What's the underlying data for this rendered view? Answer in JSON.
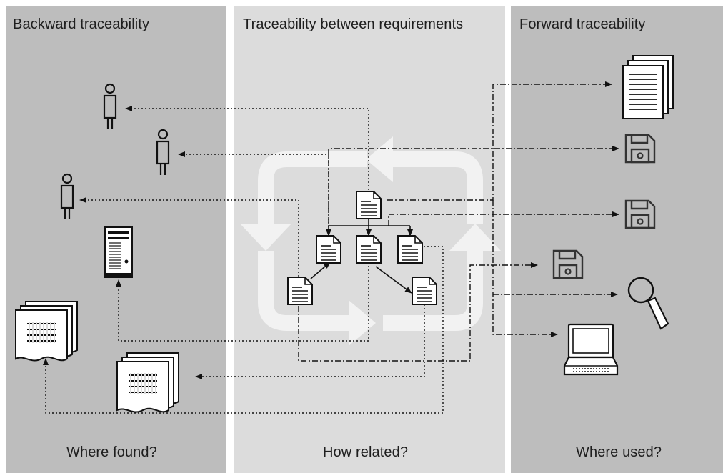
{
  "panels": {
    "backward": {
      "title": "Backward traceability",
      "question": "Where found?"
    },
    "between": {
      "title": "Traceability between requirements",
      "question": "How related?"
    },
    "forward": {
      "title": "Forward traceability",
      "question": "Where used?"
    }
  },
  "icons": {
    "stakeholder": "person-icon",
    "server": "server-icon",
    "form": "form-stack-icon",
    "requirement": "requirement-doc-icon",
    "document": "document-stack-icon",
    "storage": "floppy-disk-icon",
    "review": "magnifier-icon",
    "system": "computer-icon",
    "background": "cycle-arrows-icon"
  },
  "colors": {
    "outer_panels": "#bdbdbd",
    "middle_panel": "#dcdcdc",
    "ink": "#111111",
    "cycle_arrows": "#f2f2f2"
  }
}
